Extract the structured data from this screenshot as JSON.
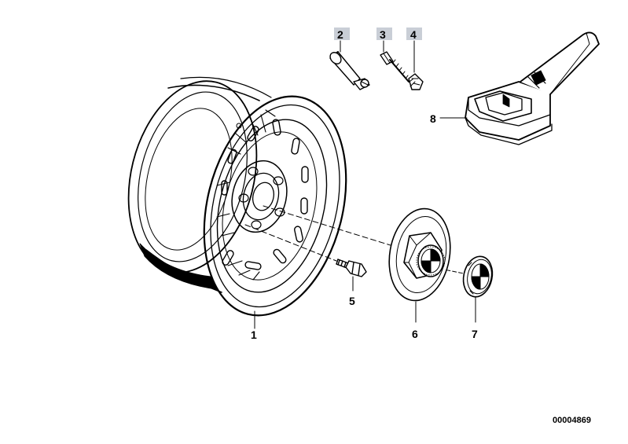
{
  "diagram": {
    "callouts": {
      "part_1": "1",
      "part_2": "2",
      "part_3": "3",
      "part_4": "4",
      "part_5": "5",
      "part_6": "6",
      "part_7": "7",
      "part_8": "8"
    },
    "document_number": "00004869",
    "colors": {
      "line": "#000000",
      "background": "#ffffff",
      "callout_highlight": "#c9ced6"
    }
  }
}
